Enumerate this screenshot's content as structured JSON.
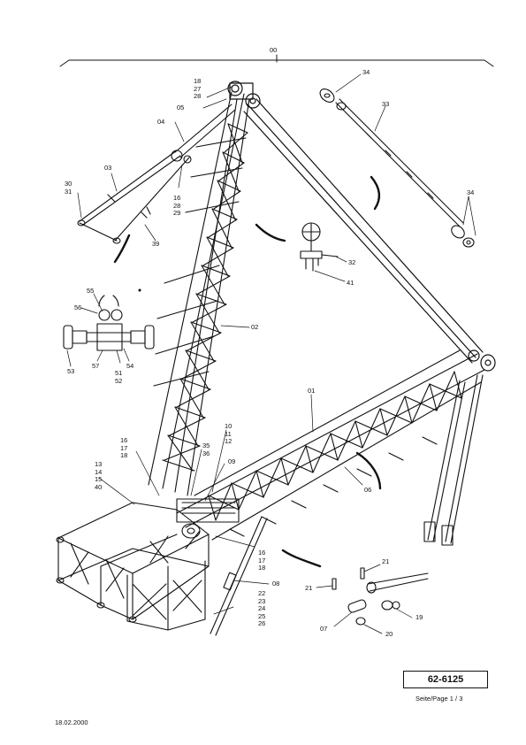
{
  "drawing": {
    "assembly_label": "00",
    "part_number": "62-6125",
    "page_indicator": "Seite/Page 1 / 3",
    "date": "18.02.2000"
  },
  "callouts": {
    "c_top1": [
      "18",
      "27",
      "28"
    ],
    "c_05": [
      "05"
    ],
    "c_04": [
      "04"
    ],
    "c_03": [
      "03"
    ],
    "c_30": [
      "30",
      "31"
    ],
    "c_16a": [
      "16",
      "28",
      "29"
    ],
    "c_39": [
      "39"
    ],
    "c_34a": [
      "34"
    ],
    "c_33": [
      "33"
    ],
    "c_34b": [
      "34"
    ],
    "c_32": [
      "32"
    ],
    "c_41": [
      "41"
    ],
    "c_55": [
      "55"
    ],
    "c_56": [
      "56"
    ],
    "c_02": [
      "02"
    ],
    "c_53": [
      "53"
    ],
    "c_57": [
      "57"
    ],
    "c_51": [
      "51",
      "52"
    ],
    "c_54": [
      "54"
    ],
    "c_01": [
      "01"
    ],
    "c_10": [
      "10",
      "11",
      "12"
    ],
    "c_35": [
      "35",
      "36"
    ],
    "c_16b": [
      "16",
      "17",
      "18"
    ],
    "c_13": [
      "13",
      "14",
      "15",
      "40"
    ],
    "c_09": [
      "09"
    ],
    "c_06": [
      "06"
    ],
    "c_16c": [
      "16",
      "17",
      "18"
    ],
    "c_08": [
      "08"
    ],
    "c_22": [
      "22",
      "23",
      "24",
      "25",
      "26"
    ],
    "c_21a": [
      "21"
    ],
    "c_21b": [
      "21"
    ],
    "c_19": [
      "19"
    ],
    "c_07": [
      "07"
    ],
    "c_20": [
      "20"
    ]
  }
}
